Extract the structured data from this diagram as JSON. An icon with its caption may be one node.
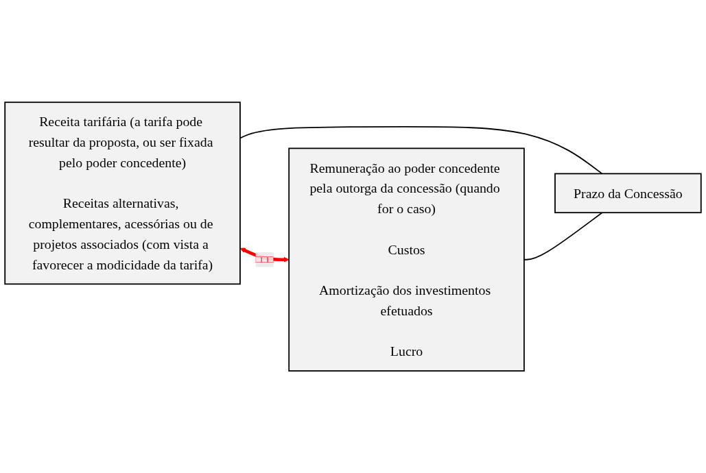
{
  "diagram": {
    "nodes": [
      {
        "text": [
          "Receita tarifária (a tarifa pode resultar da proposta, ou ser fixada pelo poder concedente)",
          "Receitas alternativas, complementares, acessórias ou de projetos associados (com vista a favorecer a modicidade da tarifa)"
        ]
      },
      {
        "text": [
          "Remuneração ao poder concedente pela outorga da concessão (quando for o caso)",
          "Custos",
          "Amortização dos investimentos efetuados",
          "Lucro"
        ]
      },
      {
        "text": [
          "Prazo da Concessão"
        ]
      }
    ],
    "edges": [
      {
        "from": 0,
        "to": 1,
        "arrow": "both",
        "label": "□□□",
        "style": "thick",
        "color": "#ff0000"
      },
      {
        "from": 0,
        "to": 2,
        "arrow": "none"
      },
      {
        "from": 1,
        "to": 2,
        "arrow": "none"
      }
    ]
  }
}
